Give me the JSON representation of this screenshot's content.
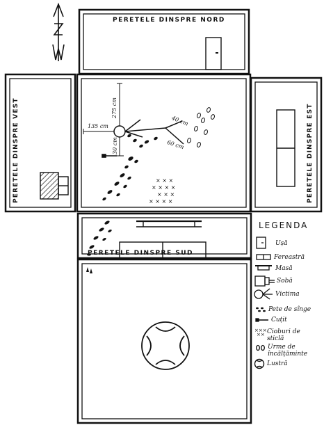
{
  "walls": {
    "north": "PERETELE DINSPRE NORD",
    "south": "PERETELE DINSPRE SUD",
    "west": "PERETELE DINSPRE VEST",
    "east": "PERETELE DINSPRE EST"
  },
  "compass": {
    "letter": "N"
  },
  "measurements": {
    "up": "275 cm",
    "left": "135 cm",
    "down": "30 cm",
    "right_upper": "40 cm",
    "right_lower": "60 cm"
  },
  "legend": {
    "title": "LEGENDA",
    "items": [
      {
        "icon": "door-icon",
        "label": "Ușă"
      },
      {
        "icon": "window-icon",
        "label": "Fereastră"
      },
      {
        "icon": "table-icon",
        "label": "Masă"
      },
      {
        "icon": "stove-icon",
        "label": "Sobă"
      },
      {
        "icon": "victim-icon",
        "label": "Victima"
      },
      {
        "icon": "blood-stain-icon",
        "label": "Pete de sînge"
      },
      {
        "icon": "knife-icon",
        "label": "Cuțit"
      },
      {
        "icon": "glass-shards-icon",
        "label": "Cioburi de sticlă"
      },
      {
        "icon": "footprint-icon",
        "label": "Urme de încălțăminte"
      },
      {
        "icon": "chandelier-icon",
        "label": "Lustră"
      }
    ]
  }
}
